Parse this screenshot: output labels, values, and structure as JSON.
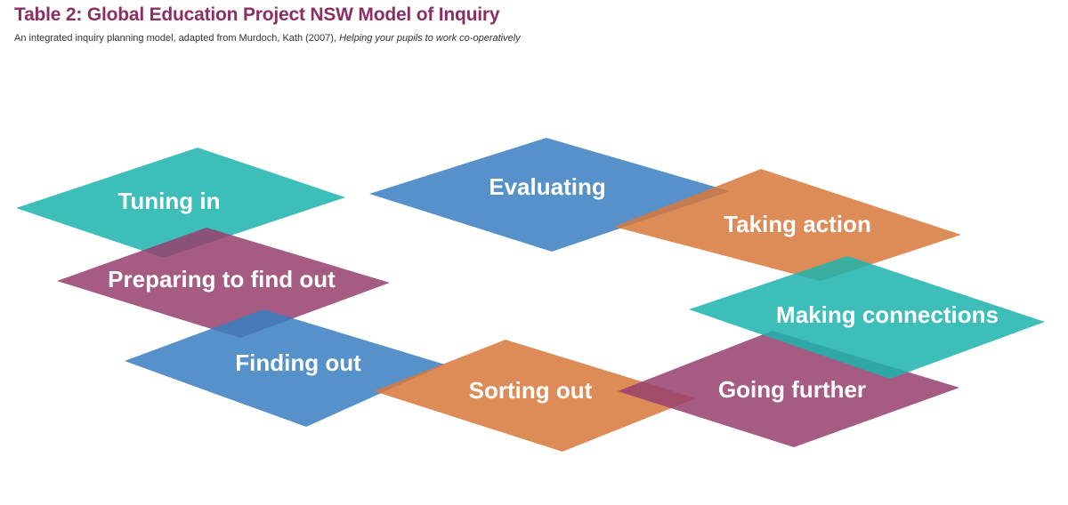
{
  "header": {
    "title": "Table 2: Global Education Project NSW Model of Inquiry",
    "subtitle_prefix": "An integrated inquiry planning model, adapted from Murdoch, Kath (2007), ",
    "subtitle_book": "Helping your pupils to work co-operatively"
  },
  "colors": {
    "teal": "#1db3ad",
    "purple": "#97406f",
    "blue": "#3a7fc1",
    "orange": "#d9793b",
    "title": "#8b2f63"
  },
  "stages": [
    {
      "id": "tuning-in",
      "label": "Tuning in",
      "color": "teal"
    },
    {
      "id": "preparing-to-find-out",
      "label": "Preparing to find out",
      "color": "purple"
    },
    {
      "id": "finding-out",
      "label": "Finding out",
      "color": "blue"
    },
    {
      "id": "sorting-out",
      "label": "Sorting out",
      "color": "orange"
    },
    {
      "id": "going-further",
      "label": "Going further",
      "color": "purple"
    },
    {
      "id": "making-connections",
      "label": "Making connections",
      "color": "teal"
    },
    {
      "id": "taking-action",
      "label": "Taking action",
      "color": "orange"
    },
    {
      "id": "evaluating",
      "label": "Evaluating",
      "color": "blue"
    }
  ]
}
